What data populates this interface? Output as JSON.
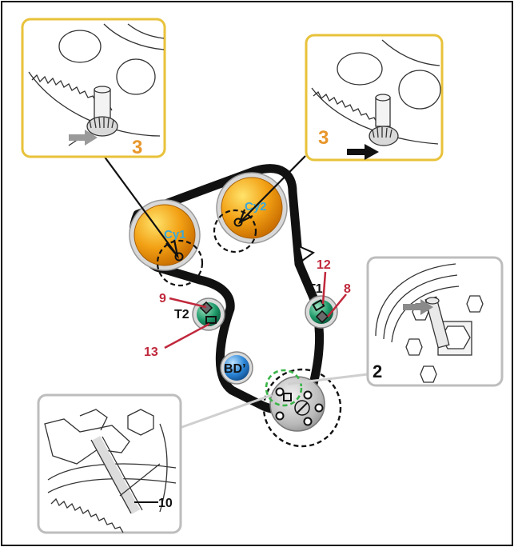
{
  "labels": {
    "cyl1": "Cy1",
    "cyl2": "Cy2",
    "bd": "BD’",
    "t1": "T1",
    "t2": "T2",
    "callout_left_num": "3",
    "callout_right_num": "3",
    "callout_crank_num": "2",
    "ref_8": "8",
    "ref_9": "9",
    "ref_10": "10",
    "ref_12": "12",
    "ref_13": "13"
  },
  "colors": {
    "cam_pulley": "#f2a014",
    "tensioner": "#1f9a6a",
    "idler": "#2b86d8",
    "crank": "#b9b9b9",
    "callout_frame_yellow": "#e8c23a",
    "callout_frame_gray": "#bdbdbd",
    "callout_number": "#e8962a",
    "leader_red": "#c0283c",
    "belt": "#111111"
  }
}
